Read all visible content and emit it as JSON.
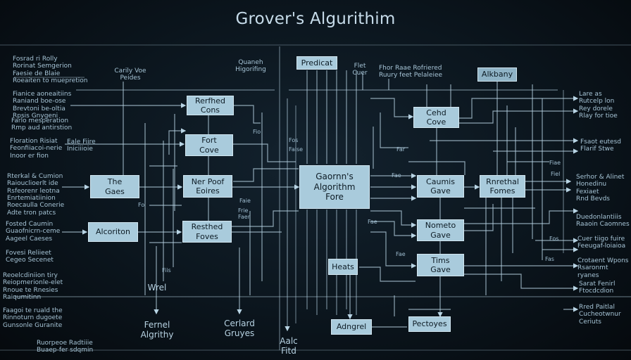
{
  "title": "Grover's Algurithim",
  "colors": {
    "background": "#0b151d",
    "wire": "#b8d4e4",
    "node_fill": "#a9cbdc",
    "text": "#a6c4d6"
  },
  "nodes": {
    "predicat": "Predicat",
    "alkbany": "Alkbany",
    "rerfhed_cons": "Rerfhed\nCons",
    "fort_cove": "Fort\nCove",
    "ced_cove": "Cehd\nCove",
    "the_gaes": "The\nGaes",
    "ner_poof": "Ner Poof\nEoires",
    "main": "Gaornn's\nAlgorithm\nFore",
    "caunis_gave": "Caumis\nGave",
    "rnrethed_fomes": "Rnrethal\nFomes",
    "alcoriton": "Alcoriton",
    "resthed_foves": "Resthed\nFoves",
    "nometo_gave": "Nometo\nGave",
    "heats": "Heats",
    "tims_gave": "Tims\nGave",
    "adngrel": "Adngrel",
    "pectoyes": "Pectoyes"
  },
  "left_labels": {
    "l1": "Fosrad ri Rolly\nRorinat Semgerion\nFaesie de Blaie\nRoeaiten to muepretion",
    "l2": "Fianice aoneaitiins\nRaniand boe-ose\nBrevtoni be-oltia\nRpsis Gnygeni",
    "l3": "Farlo mesperation\nRmp aud antirstion",
    "l4": "Floration Risiat\nFeonfiiacoi-nerie\nInoor er fion",
    "l5": "Rterkal & Cumion\nRaiouclioerlt ide\nRsfeorenr leotna\nEnrtemiatiinion\nRoecaulla Conerie\nAdte tron patcs",
    "l6": "Fosted Caumin\nGuaofnicrn-ceme\nAageel Caeses",
    "l7": "Fovesi Reliieet\nCegeo Secenet",
    "l8": "Reoelcdiniion tiry\nReiopmerionle-elet\nRnoue te Rnesies\nRaiqumitinn",
    "l9": "Faagoi te ruald the\nRinnoturn dugoete\nGunsonle Guranite",
    "l10": "Ruorpeoe Radtiiie\nBuaep-fer sdqmin"
  },
  "top_labels": {
    "t1": "Carily Voe\nPeides",
    "t2": "Quaneh\nHigorifing",
    "t3": "Flet\nCuer",
    "t4": "Fhor Raae Rofriered\nRuury feet Pelaleiee"
  },
  "mid_labels": {
    "m1": "Eale Fiire\nIniciiioie",
    "m2": "Wrel",
    "m3": "Fernel\nAlgrithy",
    "m4": "Cerlard\nGruyes",
    "m5": "Aalc\nFitd"
  },
  "right_labels": {
    "r1": "Lare as\nRutcelp lon\nRey dorele\nRlay for tioe",
    "r2": "Fsaot eutesd\nFlarif Stwe",
    "r3": "Serhor & Alinet\nHonedinu Fexiaet\nRnd Bevds",
    "r4": "Duedonlantiiis\nRaaoin Caomnes",
    "r5": "Cuer tiigo fuire\nFeeugaf-loiaioa",
    "r6": "Crotaent Wpons\nRsaronmt ryanes",
    "r7": "Sarat Fenirl\nFtocdcdion",
    "r8": "Rred Paitlal\nCucheotwnur\nCeriuts"
  },
  "tags": [
    "Fio",
    "Fos",
    "Faise",
    "Far",
    "Fae",
    "Fo",
    "Faie",
    "Frie",
    "Faer",
    "Fae",
    "Fiis",
    "Fiae",
    "Fiel",
    "Fos",
    "Fas",
    "Fae"
  ]
}
